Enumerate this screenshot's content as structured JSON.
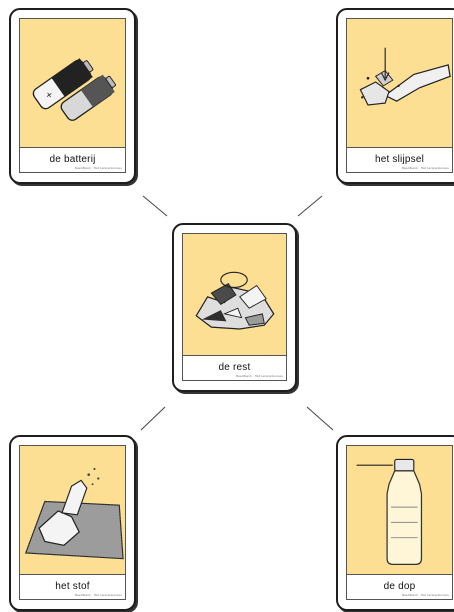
{
  "colors": {
    "card_art_background": "#fcdf93",
    "card_border": "#1e1e1e",
    "connector": "#444444"
  },
  "cards": [
    {
      "label": "de batterij",
      "icon": "battery-icon",
      "credit": "Beeldbank · Het Lerarenbureau"
    },
    {
      "label": "het slijpsel",
      "icon": "grinding-dust-icon",
      "credit": "Beeldbank · Het Lerarenbureau"
    },
    {
      "label": "de rest",
      "icon": "waste-pile-icon",
      "credit": "Beeldbank · Het Lerarenbureau"
    },
    {
      "label": "het stof",
      "icon": "dust-icon",
      "credit": "Beeldbank · Het Lerarenbureau"
    },
    {
      "label": "de dop",
      "icon": "bottle-cap-icon",
      "credit": "Beeldbank · Het Lerarenbureau"
    }
  ]
}
